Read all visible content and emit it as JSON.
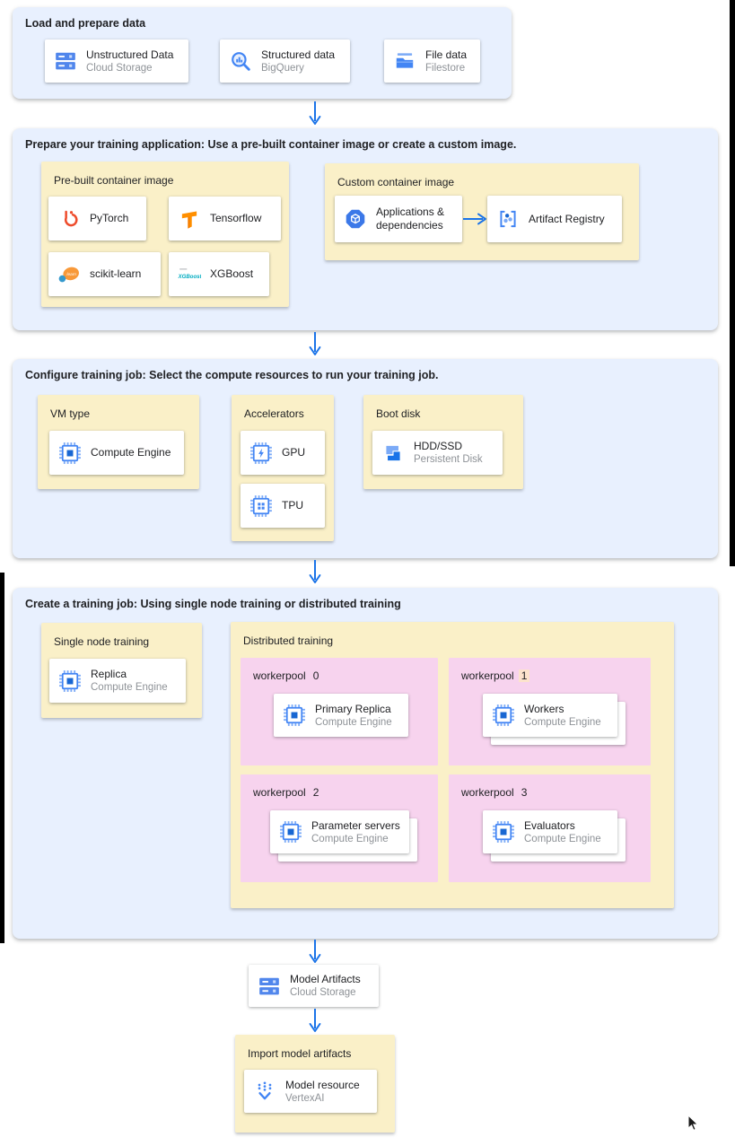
{
  "colors": {
    "section_bg": "#e8f0fe",
    "panel_bg": "#faf0c8",
    "pool_bg": "#f7d3ee",
    "arrow_blue": "#1a73e8",
    "text_primary": "#202124",
    "text_secondary": "#8e9297",
    "workerpool_num_highlight": "#fce3cd"
  },
  "section1": {
    "title": "Load and prepare data",
    "cards": [
      {
        "icon": "cloud-storage-icon",
        "title": "Unstructured Data",
        "sub": "Cloud Storage"
      },
      {
        "icon": "bigquery-icon",
        "title": "Structured data",
        "sub": "BigQuery"
      },
      {
        "icon": "filestore-icon",
        "title": "File data",
        "sub": "Filestore"
      }
    ]
  },
  "section2": {
    "title": "Prepare your training application: Use a pre-built container image or create a custom image.",
    "prebuilt": {
      "label": "Pre-built container image",
      "cards": [
        {
          "icon": "pytorch-icon",
          "title": "PyTorch"
        },
        {
          "icon": "tensorflow-icon",
          "title": "Tensorflow"
        },
        {
          "icon": "scikit-learn-icon",
          "title": "scikit-learn"
        },
        {
          "icon": "xgboost-icon",
          "title": "XGBoost"
        }
      ]
    },
    "custom": {
      "label": "Custom container image",
      "apps_card": {
        "icon": "applications-icon",
        "title": "Applications & dependencies"
      },
      "registry_card": {
        "icon": "artifact-registry-icon",
        "title": "Artifact Registry"
      }
    }
  },
  "section3": {
    "title": "Configure training job: Select the compute resources to run your training job.",
    "vm": {
      "label": "VM type",
      "card": {
        "icon": "compute-engine-icon",
        "title": "Compute Engine"
      }
    },
    "accelerators": {
      "label": "Accelerators",
      "gpu": {
        "icon": "gpu-icon",
        "title": "GPU"
      },
      "tpu": {
        "icon": "tpu-icon",
        "title": "TPU"
      }
    },
    "boot": {
      "label": "Boot disk",
      "card": {
        "icon": "persistent-disk-icon",
        "title": "HDD/SSD",
        "sub": "Persistent Disk"
      }
    }
  },
  "section4": {
    "title": "Create a training job: Using single node training or distributed training",
    "single": {
      "label": "Single node training",
      "card": {
        "icon": "compute-engine-icon",
        "title": "Replica",
        "sub": "Compute Engine"
      }
    },
    "distributed": {
      "label": "Distributed training",
      "pools": [
        {
          "name": "workerpool",
          "num": "0",
          "card": {
            "icon": "compute-engine-icon",
            "title": "Primary Replica",
            "sub": "Compute Engine"
          },
          "stacked": false
        },
        {
          "name": "workerpool",
          "num": "1",
          "card": {
            "icon": "compute-engine-icon",
            "title": "Workers",
            "sub": "Compute Engine"
          },
          "stacked": true
        },
        {
          "name": "workerpool",
          "num": "2",
          "card": {
            "icon": "compute-engine-icon",
            "title": "Parameter servers",
            "sub": "Compute Engine"
          },
          "stacked": true
        },
        {
          "name": "workerpool",
          "num": "3",
          "card": {
            "icon": "compute-engine-icon",
            "title": "Evaluators",
            "sub": "Compute Engine"
          },
          "stacked": true
        }
      ]
    }
  },
  "model_artifacts_card": {
    "icon": "cloud-storage-icon",
    "title": "Model Artifacts",
    "sub": "Cloud Storage"
  },
  "import_box": {
    "label": "Import model artifacts",
    "card": {
      "icon": "vertex-ai-icon",
      "title": "Model resource",
      "sub": "VertexAI"
    }
  }
}
